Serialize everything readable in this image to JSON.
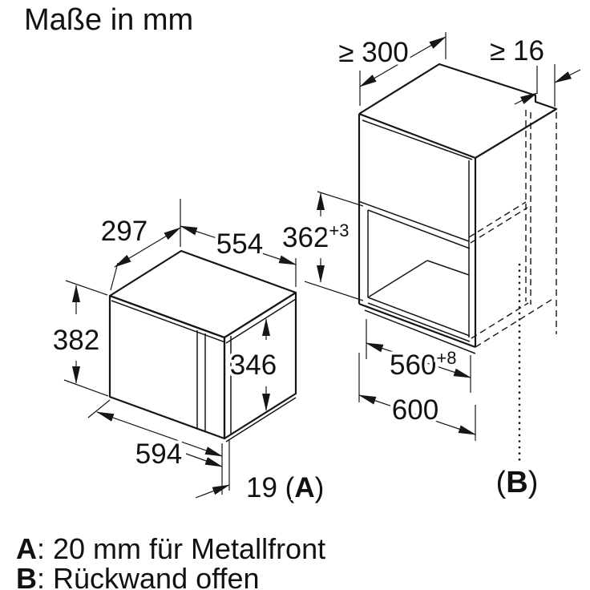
{
  "title": "Maße in mm",
  "appliance": {
    "depth": "297",
    "body_width": "554",
    "front_height": "382",
    "body_height": "346",
    "front_width": "594",
    "door_prefix": "19 (",
    "door_key": "A",
    "door_suffix": ")"
  },
  "cabinet": {
    "top_clearance": "≥ 300",
    "side_clearance": "≥ 16",
    "niche_height": "362",
    "niche_height_tol": "+3",
    "niche_width": "560",
    "niche_width_tol": "+8",
    "cabinet_width": "600",
    "label_b_open": "(",
    "label_b": "B",
    "label_b_close": ")"
  },
  "notes": [
    {
      "key": "A",
      "text": ": 20 mm für Metallfront"
    },
    {
      "key": "B",
      "text": ": Rückwand offen"
    }
  ],
  "colors": {
    "line": "#161616",
    "background": "#ffffff"
  }
}
